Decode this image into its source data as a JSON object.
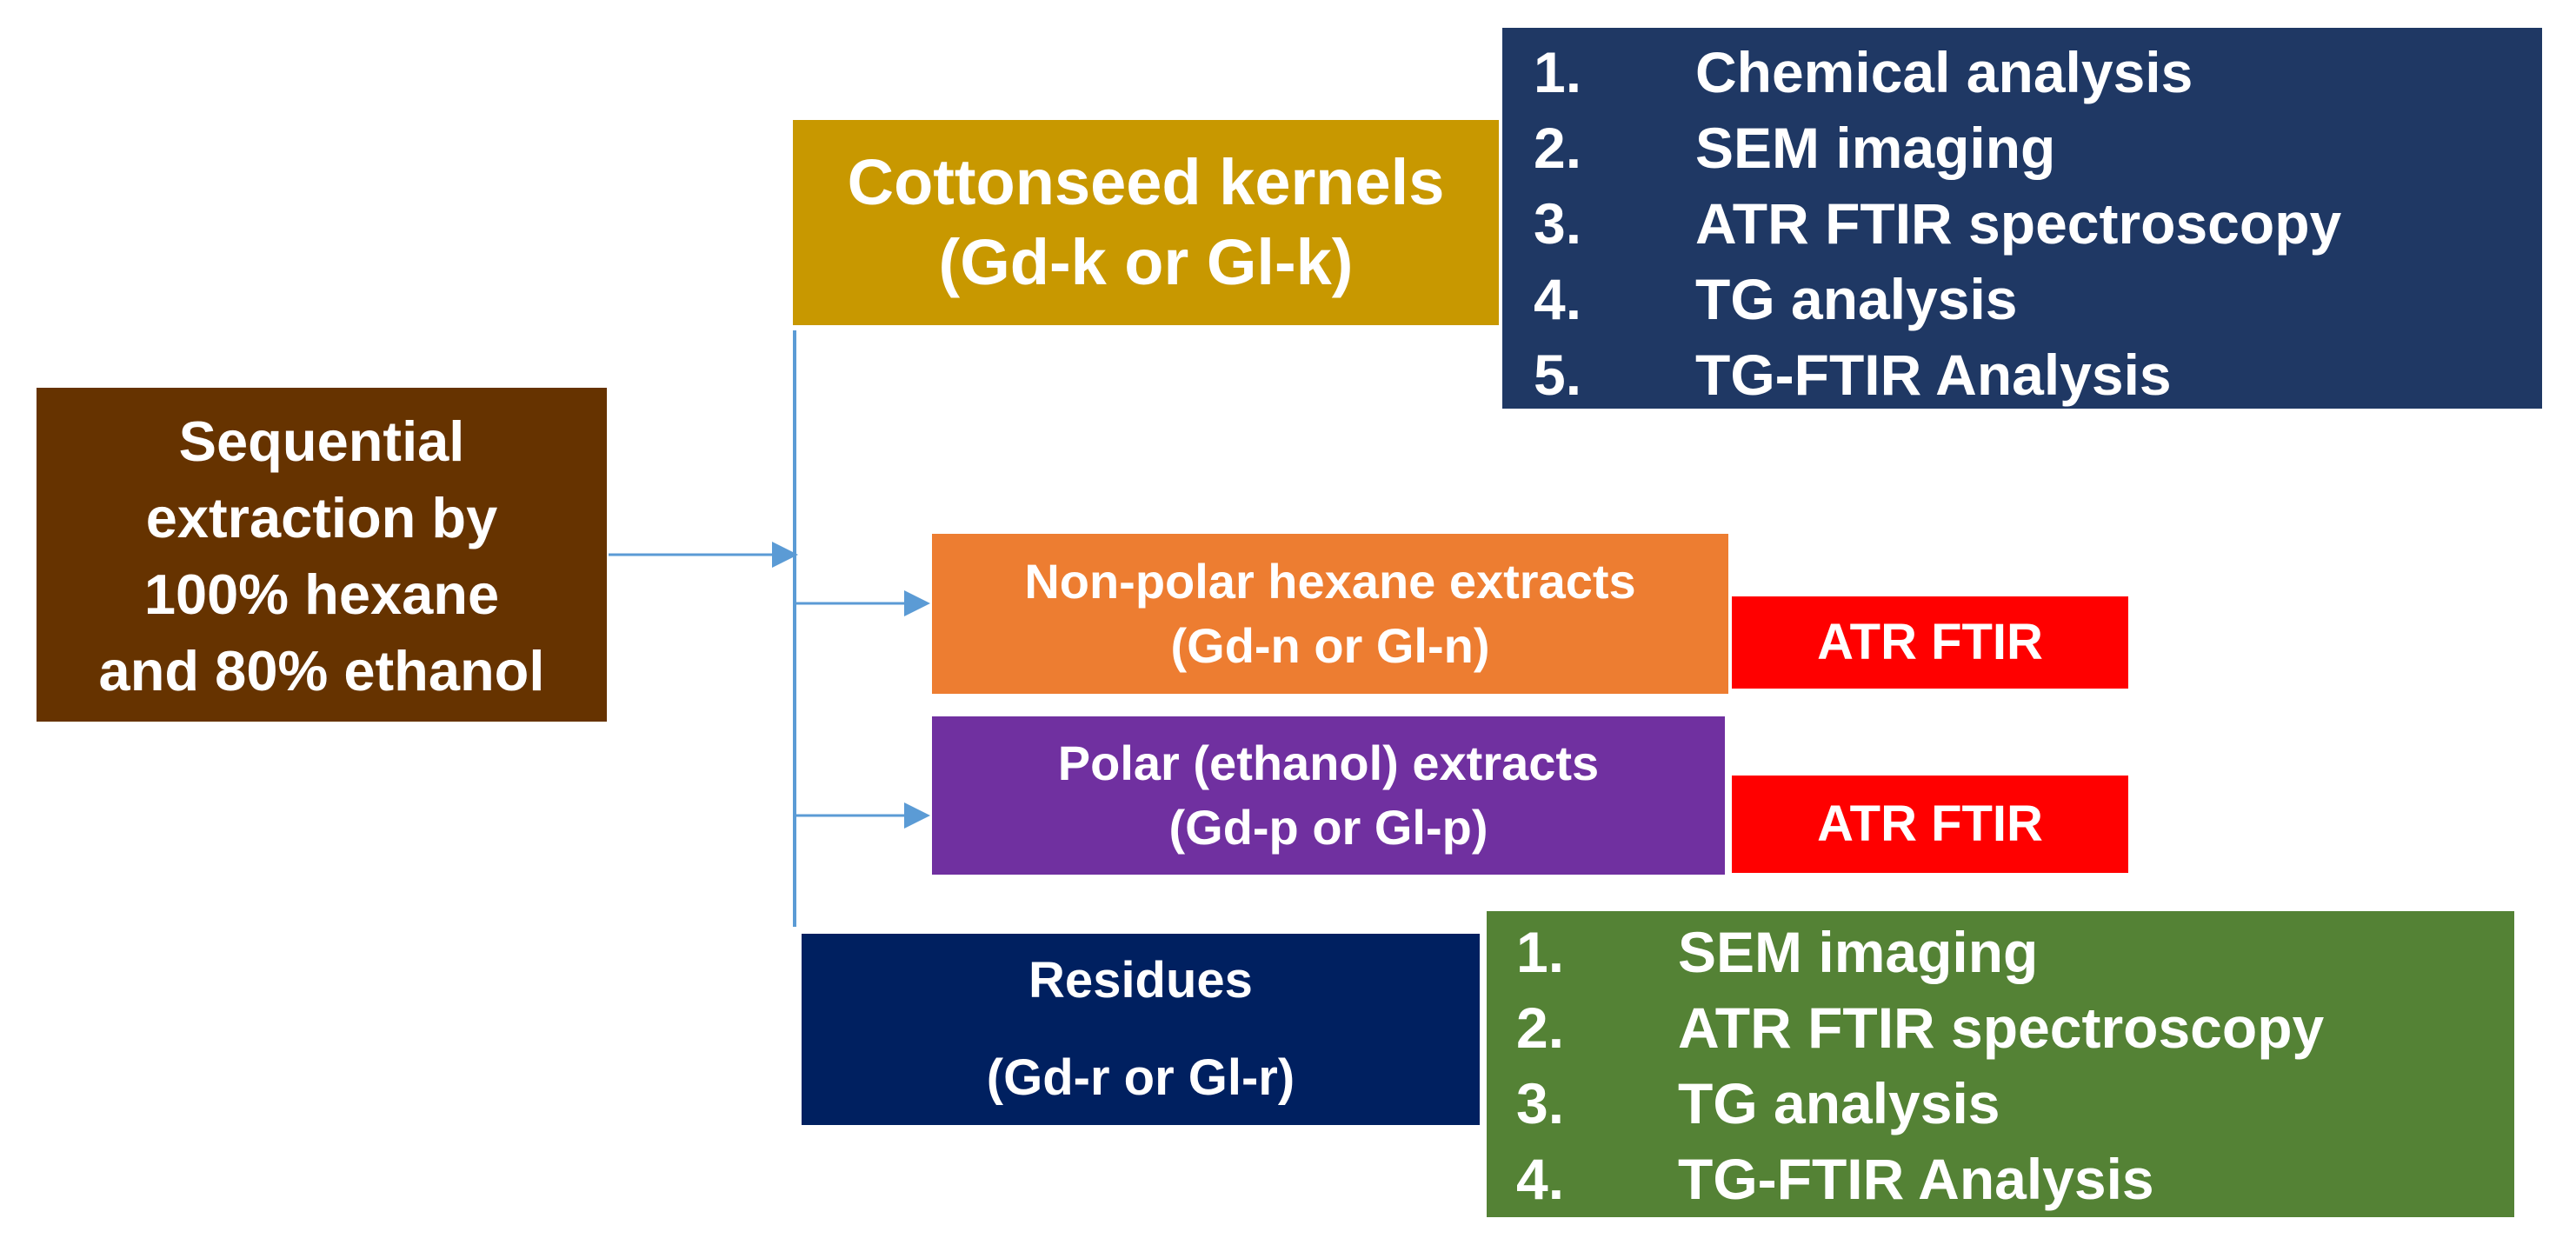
{
  "colors": {
    "source_box": "#663300",
    "kernels_box": "#c89800",
    "hexane_box": "#ed7d31",
    "polar_box": "#7030a0",
    "residues_box": "#002060",
    "atr_box": "#ff0000",
    "kernel_analyses_box": "#1f3864",
    "residue_analyses_box": "#548235",
    "connector": "#5b9bd5"
  },
  "source": {
    "lines": [
      "Sequential",
      "extraction by",
      "100% hexane",
      "and 80% ethanol"
    ]
  },
  "kernels": {
    "lines": [
      "Cottonseed kernels",
      "(Gd-k or Gl-k)"
    ]
  },
  "kernel_analyses": [
    {
      "number": "1.",
      "text": "Chemical analysis"
    },
    {
      "number": "2.",
      "text": "SEM imaging"
    },
    {
      "number": "3.",
      "text": "ATR FTIR spectroscopy"
    },
    {
      "number": "4.",
      "text": "TG analysis"
    },
    {
      "number": "5.",
      "text": "TG-FTIR Analysis"
    }
  ],
  "hexane_extracts": {
    "lines": [
      "Non-polar hexane extracts",
      "(Gd-n or Gl-n)"
    ],
    "analysis": "ATR FTIR"
  },
  "polar_extracts": {
    "lines": [
      "Polar (ethanol) extracts",
      "(Gd-p or Gl-p)"
    ],
    "analysis": "ATR FTIR"
  },
  "residues": {
    "lines": [
      "Residues",
      "(Gd-r or Gl-r)"
    ]
  },
  "residue_analyses": [
    {
      "number": "1.",
      "text": "SEM imaging"
    },
    {
      "number": "2.",
      "text": "ATR FTIR spectroscopy"
    },
    {
      "number": "3.",
      "text": "TG analysis"
    },
    {
      "number": "4.",
      "text": "TG-FTIR Analysis"
    }
  ]
}
